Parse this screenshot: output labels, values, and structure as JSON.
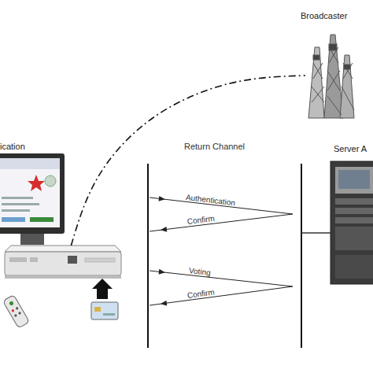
{
  "diagram": {
    "nodes": [
      {
        "text": [
          "Broadcaster"
        ]
      },
      {
        "text": [
          "ication"
        ]
      },
      {
        "text": [
          "Server A"
        ]
      }
    ],
    "edges": [
      {
        "from": 1,
        "to": 0,
        "arrow": "none"
      }
    ],
    "labels": [
      "Return Channel",
      "Authentication",
      "Confirm",
      "Voting",
      "Confirm"
    ]
  }
}
